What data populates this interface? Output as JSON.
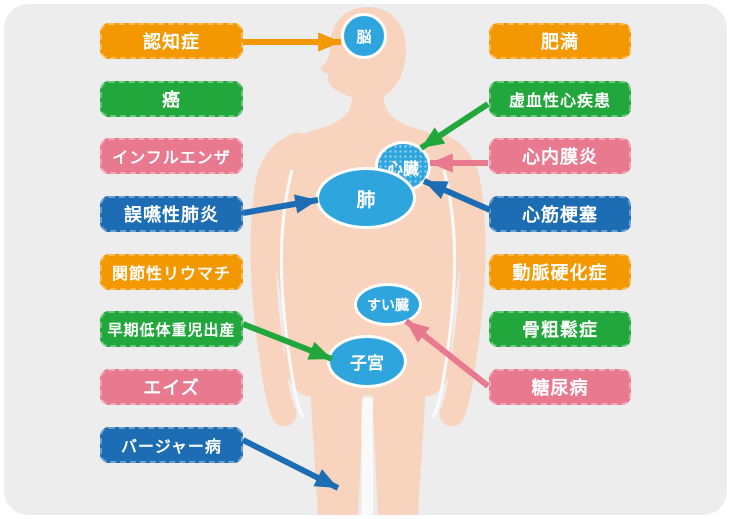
{
  "palette": {
    "background_card": "#EDEDED",
    "skin": "#F8D4BE",
    "organ_blue": "#2FA5DE",
    "label_orange": "#F39800",
    "label_green": "#22A73C",
    "label_pink": "#E8798F",
    "label_blue": "#1C6DB4",
    "text_white": "#FFFFFF"
  },
  "organs": [
    {
      "id": "brain",
      "label": "脳"
    },
    {
      "id": "heart",
      "label": "心臓"
    },
    {
      "id": "lung",
      "label": "肺"
    },
    {
      "id": "pancreas",
      "label": "すい臓"
    },
    {
      "id": "uterus",
      "label": "子宮"
    }
  ],
  "left_labels": [
    {
      "text": "認知症",
      "color": "orange",
      "target": "brain"
    },
    {
      "text": "癌",
      "color": "green",
      "target": ""
    },
    {
      "text": "インフルエンザ",
      "color": "pink",
      "target": ""
    },
    {
      "text": "誤嚥性肺炎",
      "color": "blue",
      "target": "lung"
    },
    {
      "text": "関節性リウマチ",
      "color": "orange",
      "target": ""
    },
    {
      "text": "早期低体重児出産",
      "color": "green",
      "target": "uterus"
    },
    {
      "text": "エイズ",
      "color": "pink",
      "target": ""
    },
    {
      "text": "バージャー病",
      "color": "blue",
      "target": "leg"
    }
  ],
  "right_labels": [
    {
      "text": "肥満",
      "color": "orange",
      "target": ""
    },
    {
      "text": "虚血性心疾患",
      "color": "green",
      "target": "heart"
    },
    {
      "text": "心内膜炎",
      "color": "pink",
      "target": "heart"
    },
    {
      "text": "心筋梗塞",
      "color": "blue",
      "target": "heart"
    },
    {
      "text": "動脈硬化症",
      "color": "orange",
      "target": ""
    },
    {
      "text": "骨粗鬆症",
      "color": "green",
      "target": ""
    },
    {
      "text": "糖尿病",
      "color": "pink",
      "target": "pancreas"
    }
  ],
  "arrows": [
    {
      "from": "認知症",
      "to": "脳",
      "color": "orange"
    },
    {
      "from": "誤嚥性肺炎",
      "to": "肺",
      "color": "blue"
    },
    {
      "from": "早期低体重児出産",
      "to": "子宮",
      "color": "green"
    },
    {
      "from": "バージャー病",
      "to": "脚",
      "color": "blue"
    },
    {
      "from": "虚血性心疾患",
      "to": "心臓",
      "color": "green"
    },
    {
      "from": "心内膜炎",
      "to": "心臓",
      "color": "pink"
    },
    {
      "from": "心筋梗塞",
      "to": "心臓",
      "color": "blue"
    },
    {
      "from": "糖尿病",
      "to": "すい臓",
      "color": "pink"
    }
  ]
}
